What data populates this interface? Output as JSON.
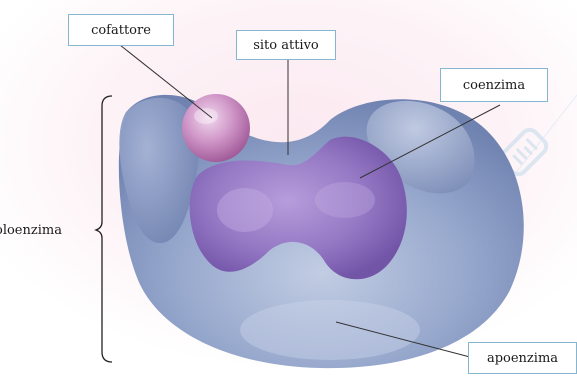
{
  "diagram": {
    "labels": {
      "cofactor": "cofattore",
      "active_site": "sito attivo",
      "coenzyme": "coenzima",
      "holoenzyme": "oloenzima",
      "apoenzyme": "apoenzima"
    },
    "colors": {
      "apoenzyme_body": "#8c9ec7",
      "coenzyme_body": "#8f72bd",
      "cofactor_sphere": "#c483b9",
      "box_border": "#86b6cf",
      "leader_line": "#333333"
    }
  }
}
